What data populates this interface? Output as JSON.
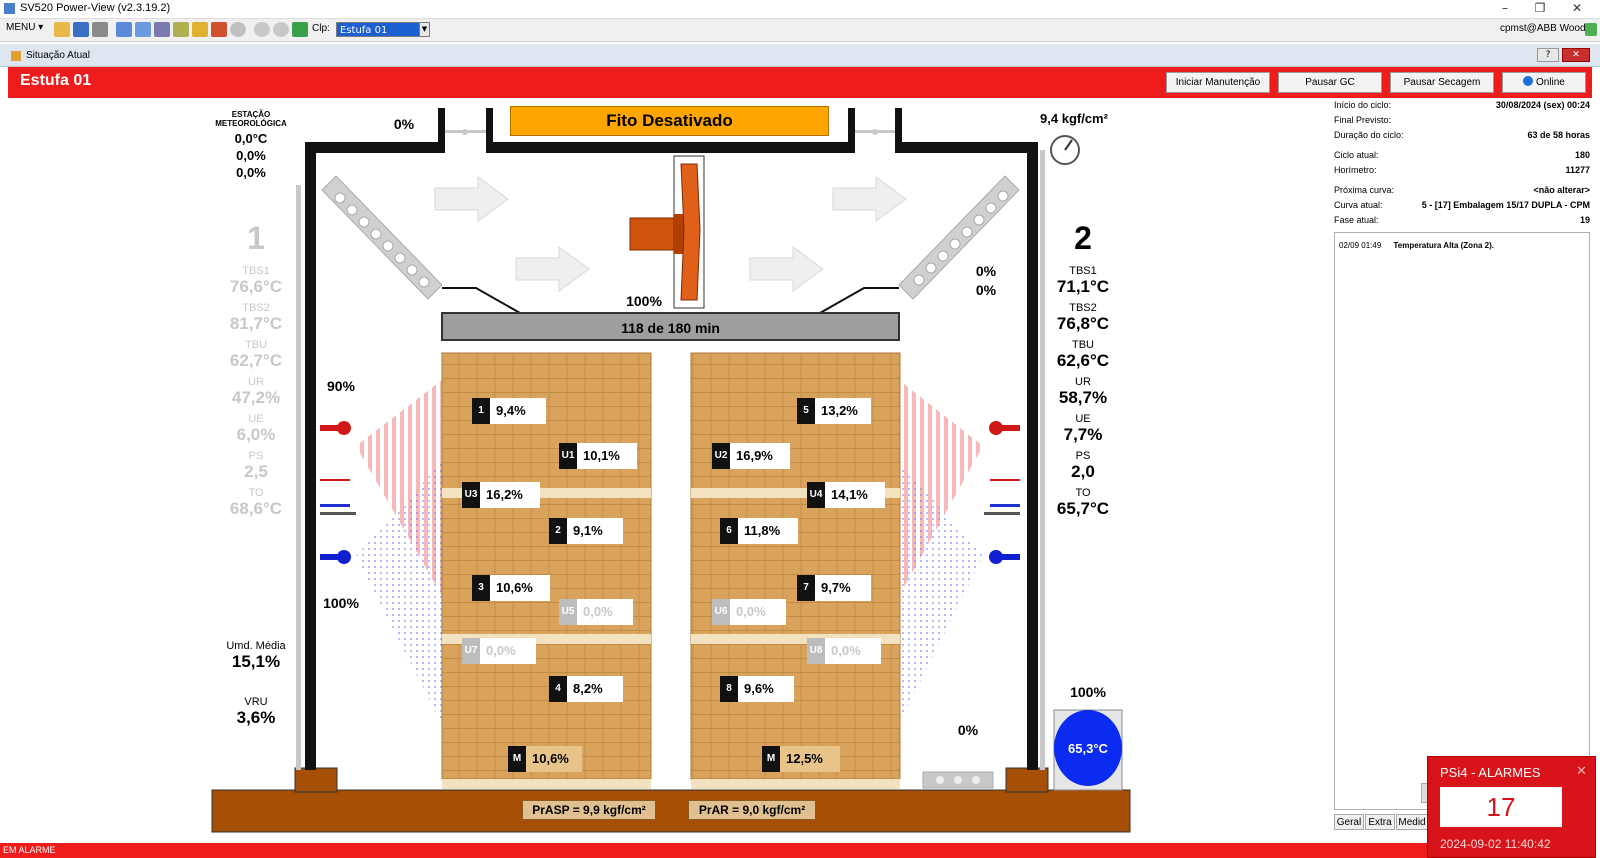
{
  "app": {
    "title": "SV520 Power-View (v2.3.19.2)",
    "user": "cpmst@ABB Wood"
  },
  "toolbar": {
    "menu_label": "MENU",
    "clp_label": "Clp:",
    "clp_value": "Estufa 01"
  },
  "child_window": {
    "title": "Situação Atual"
  },
  "header": {
    "title": "Estufa 01",
    "btn_maintenance": "Iniciar Manutenção",
    "btn_pause_gc": "Pausar GC",
    "btn_pause_drying": "Pausar Secagem",
    "btn_online": "Online"
  },
  "weather": {
    "title_line1": "ESTAÇÃO",
    "title_line2": "METEOROLÓGICA",
    "temp": "0,0°C",
    "v1": "0,0%",
    "v2": "0,0%"
  },
  "kiln": {
    "fito_status": "Fito Desativado",
    "vent_left_pct": "0%",
    "pressure_top": "9,4 kgf/cm²",
    "fan_pct": "100%",
    "timer": "118 de 180 min",
    "damper_right_1": "0%",
    "damper_right_2": "0%",
    "heater_left_pct": "90%",
    "spray_left_pct": "100%",
    "tank_pct": "100%",
    "tank_temp": "65,3°C",
    "drain_pct": "0%",
    "prasp": "PrASP = 9,9 kgf/cm²",
    "prar": "PrAR = 9,0 kgf/cm²"
  },
  "zone1": {
    "number": "1",
    "tbs1_label": "TBS1",
    "tbs1": "76,6°C",
    "tbs2_label": "TBS2",
    "tbs2": "81,7°C",
    "tbu_label": "TBU",
    "tbu": "62,7°C",
    "ur_label": "UR",
    "ur": "47,2%",
    "ue_label": "UE",
    "ue": "6,0%",
    "ps_label": "PS",
    "ps": "2,5",
    "to_label": "TO",
    "to": "68,6°C"
  },
  "zone2": {
    "number": "2",
    "tbs1_label": "TBS1",
    "tbs1": "71,1°C",
    "tbs2_label": "TBS2",
    "tbs2": "76,8°C",
    "tbu_label": "TBU",
    "tbu": "62,6°C",
    "ur_label": "UR",
    "ur": "58,7%",
    "ue_label": "UE",
    "ue": "7,7%",
    "ps_label": "PS",
    "ps": "2,0",
    "to_label": "TO",
    "to": "65,7°C"
  },
  "avg": {
    "umd_label": "Umd. Média",
    "umd": "15,1%",
    "vru_label": "VRU",
    "vru": "3,6%"
  },
  "sensors": [
    {
      "tag": "1",
      "val": "9,4%"
    },
    {
      "tag": "U1",
      "val": "10,1%"
    },
    {
      "tag": "U3",
      "val": "16,2%"
    },
    {
      "tag": "2",
      "val": "9,1%"
    },
    {
      "tag": "3",
      "val": "10,6%"
    },
    {
      "tag": "U5",
      "val": "0,0%"
    },
    {
      "tag": "U7",
      "val": "0,0%"
    },
    {
      "tag": "4",
      "val": "8,2%"
    },
    {
      "tag": "M",
      "val": "10,6%"
    },
    {
      "tag": "5",
      "val": "13,2%"
    },
    {
      "tag": "U2",
      "val": "16,9%"
    },
    {
      "tag": "U4",
      "val": "14,1%"
    },
    {
      "tag": "6",
      "val": "11,8%"
    },
    {
      "tag": "7",
      "val": "9,7%"
    },
    {
      "tag": "U6",
      "val": "0,0%"
    },
    {
      "tag": "U8",
      "val": "0,0%"
    },
    {
      "tag": "8",
      "val": "9,6%"
    },
    {
      "tag": "M",
      "val": "12,5%"
    }
  ],
  "info": {
    "inicio_label": "Início do ciclo:",
    "inicio": "30/08/2024 (sex) 00:24",
    "final_label": "Final Previsto:",
    "duracao_label": "Duração do ciclo:",
    "duracao": "63 de 58 horas",
    "ciclo_label": "Ciclo atual:",
    "ciclo": "180",
    "horimetro_label": "Horímetro:",
    "horimetro": "11277",
    "proxima_label": "Próxima curva:",
    "proxima": "<não alterar>",
    "curva_label": "Curva atual:",
    "curva": "5 - [17] Embalagem 15/17 DUPLA - CPM",
    "fase_label": "Fase atual:",
    "fase": "19"
  },
  "events": [
    {
      "time": "02/09 01:49",
      "text": "Temperatura Alta (Zona 2)."
    }
  ],
  "tabs": [
    "Geral",
    "Extra",
    "Medid"
  ],
  "alarm_popup": {
    "title": "PSi4 - ALARMES",
    "count": "17",
    "datetime": "2024-09-02 11:40:42"
  },
  "status_bar": {
    "text": "EM ALARME"
  },
  "colors": {
    "header_red": "#ee1c1c",
    "wood": "#d9a35c",
    "floor": "#a44e06",
    "fito_orange": "#ffa500",
    "tank_blue": "#0b2cf0"
  }
}
